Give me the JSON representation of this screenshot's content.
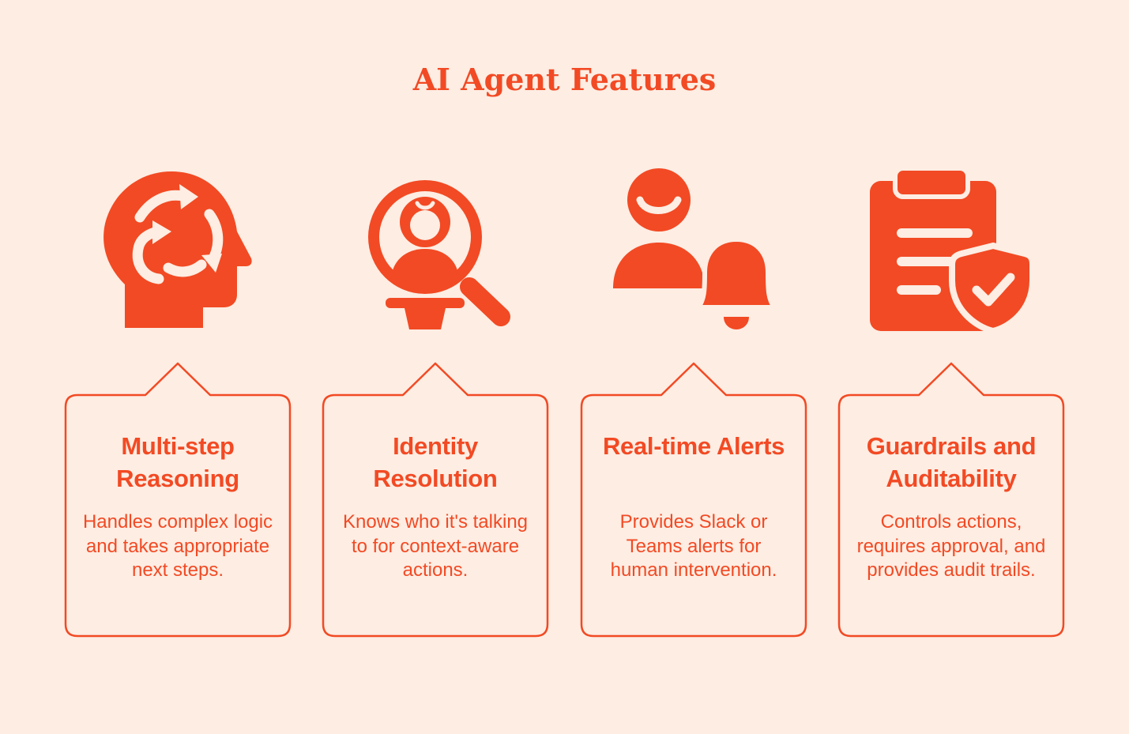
{
  "title": "AI Agent Features",
  "accent_color": "#F24A24",
  "background_color": "#FDEDE3",
  "features": [
    {
      "icon": "head-cycle-icon",
      "title": "Multi-step Reasoning",
      "description": "Handles complex logic and takes appropriate next steps."
    },
    {
      "icon": "magnifier-person-icon",
      "title": "Identity Resolution",
      "description": "Knows who it's talking to for context-aware actions."
    },
    {
      "icon": "person-bell-icon",
      "title": "Real-time Alerts",
      "description": "Provides Slack or Teams alerts for human intervention."
    },
    {
      "icon": "clipboard-shield-icon",
      "title": "Guardrails and Auditability",
      "description": "Controls actions, requires approval, and provides audit trails."
    }
  ]
}
